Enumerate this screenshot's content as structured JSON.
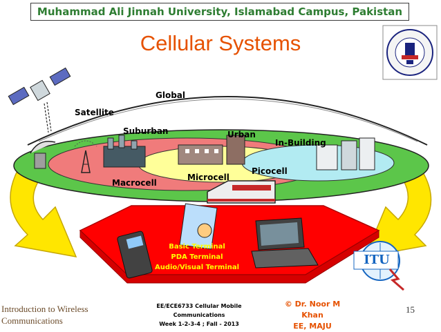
{
  "header": {
    "university": "Muhammad Ali Jinnah University, Islamabad Campus, Pakistan"
  },
  "slide": {
    "title": "Cellular Systems",
    "number": "15"
  },
  "diagram": {
    "zones": {
      "global": "Global",
      "satellite": "Satellite",
      "suburban": "Suburban",
      "urban": "Urban",
      "in_building": "In-Building",
      "macrocell": "Macrocell",
      "microcell": "Microcell",
      "picocell": "Picocell"
    },
    "terminals": [
      "Basic Terminal",
      "PDA Terminal",
      "Audio/Visual Terminal"
    ],
    "itu_logo_text": "ITU"
  },
  "footer": {
    "left_line1": "Introduction to Wireless",
    "left_line2": "Communications",
    "course_line1": "EE/ECE6733 Cellular Mobile Communications",
    "course_line2": "Week 1-2-3-4 ; Fall - 2013",
    "author_line1": "© Dr. Noor M Khan",
    "author_line2": "EE, MAJU"
  },
  "colors": {
    "header_text": "#2e7d32",
    "title": "#e65100",
    "ring_outer": "#5cc64a",
    "ring_macro": "#f07b7b",
    "ring_micro": "#ffff99",
    "ring_pico": "#b2ebf2",
    "platform": "#ff0000",
    "arrow": "#ffe600"
  }
}
